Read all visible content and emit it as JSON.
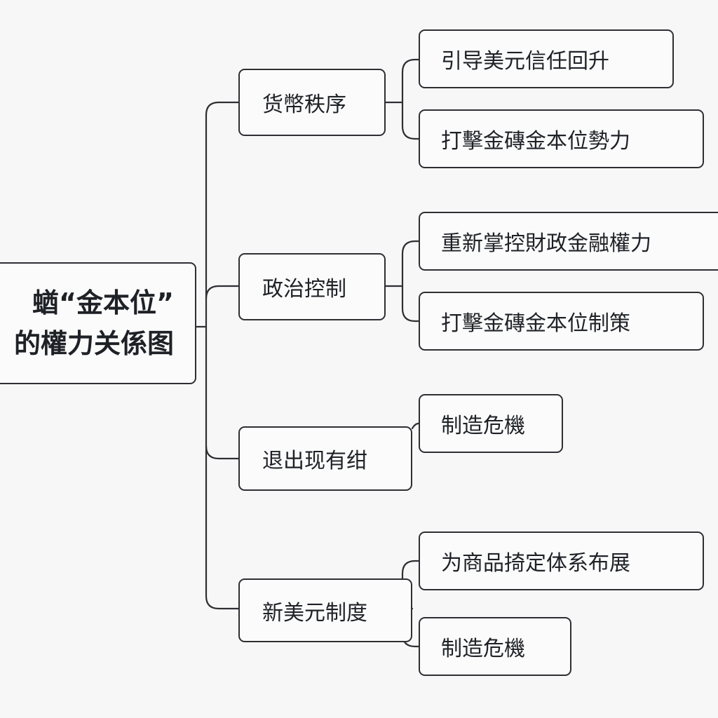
{
  "root": {
    "line1": "蝤“金本位”",
    "line2": "的權力关係图"
  },
  "branches": [
    {
      "label": "货幣秩序",
      "leaves": [
        "引导美元信任回升",
        "打擊金磚金本位勢力"
      ]
    },
    {
      "label": "政治控制",
      "leaves": [
        "重新掌控財政金融權力",
        "打擊金磚金本位制策"
      ]
    },
    {
      "label": "退出现有绀",
      "leaves": [
        "制造危機"
      ]
    },
    {
      "label": "新美元制度",
      "leaves": [
        "为商品掎定体系布展",
        "制造危機"
      ]
    }
  ],
  "colors": {
    "background": "#f7f7f7",
    "node_fill": "#fbfbfb",
    "stroke": "#2e2f33",
    "text": "#1e2126"
  }
}
